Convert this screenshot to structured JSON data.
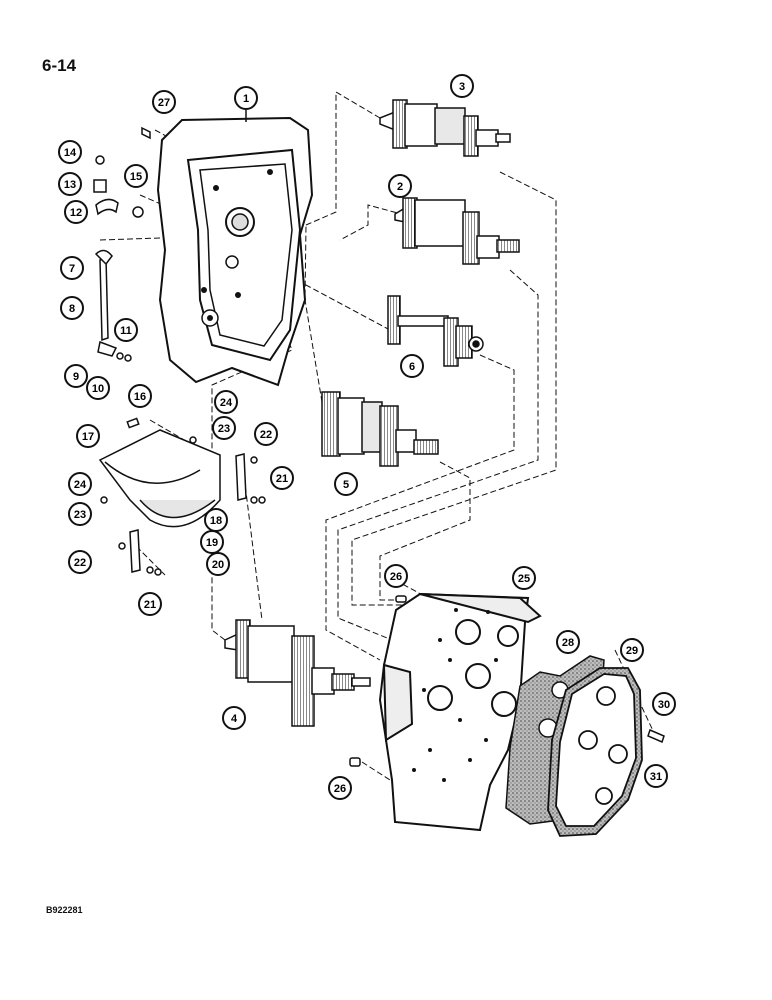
{
  "page": {
    "number": "6-14",
    "figure_code": "B922281"
  },
  "callouts": [
    {
      "id": "c1",
      "label": "1"
    },
    {
      "id": "c2",
      "label": "2"
    },
    {
      "id": "c3",
      "label": "3"
    },
    {
      "id": "c4",
      "label": "4"
    },
    {
      "id": "c5",
      "label": "5"
    },
    {
      "id": "c6",
      "label": "6"
    },
    {
      "id": "c7",
      "label": "7"
    },
    {
      "id": "c8",
      "label": "8"
    },
    {
      "id": "c9",
      "label": "9"
    },
    {
      "id": "c10",
      "label": "10"
    },
    {
      "id": "c11",
      "label": "11"
    },
    {
      "id": "c12",
      "label": "12"
    },
    {
      "id": "c13",
      "label": "13"
    },
    {
      "id": "c14",
      "label": "14"
    },
    {
      "id": "c15",
      "label": "15"
    },
    {
      "id": "c16",
      "label": "16"
    },
    {
      "id": "c17",
      "label": "17"
    },
    {
      "id": "c18",
      "label": "18"
    },
    {
      "id": "c19",
      "label": "19"
    },
    {
      "id": "c20",
      "label": "20"
    },
    {
      "id": "c21a",
      "label": "21"
    },
    {
      "id": "c21b",
      "label": "21"
    },
    {
      "id": "c22a",
      "label": "22"
    },
    {
      "id": "c22b",
      "label": "22"
    },
    {
      "id": "c23a",
      "label": "23"
    },
    {
      "id": "c23b",
      "label": "23"
    },
    {
      "id": "c24a",
      "label": "24"
    },
    {
      "id": "c24b",
      "label": "24"
    },
    {
      "id": "c25",
      "label": "25"
    },
    {
      "id": "c26a",
      "label": "26"
    },
    {
      "id": "c26b",
      "label": "26"
    },
    {
      "id": "c27",
      "label": "27"
    },
    {
      "id": "c28",
      "label": "28"
    },
    {
      "id": "c29",
      "label": "29"
    },
    {
      "id": "c30",
      "label": "30"
    },
    {
      "id": "c31",
      "label": "31"
    }
  ],
  "colors": {
    "ink": "#111111",
    "paper": "#ffffff",
    "shade": "#d8d8d8",
    "gasket": "#9a9a9a"
  }
}
